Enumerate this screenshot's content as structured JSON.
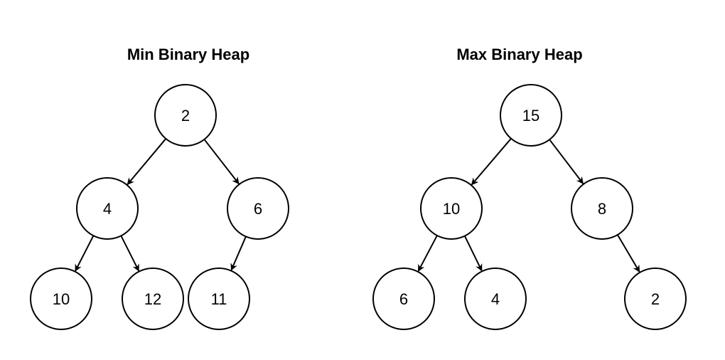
{
  "min_heap": {
    "title": "Min Binary Heap",
    "nodes": [
      {
        "id": "n1",
        "value": "2"
      },
      {
        "id": "n2",
        "value": "4"
      },
      {
        "id": "n3",
        "value": "6"
      },
      {
        "id": "n4",
        "value": "10"
      },
      {
        "id": "n5",
        "value": "12"
      },
      {
        "id": "n6",
        "value": "11"
      }
    ],
    "edges": [
      [
        "n1",
        "n2"
      ],
      [
        "n1",
        "n3"
      ],
      [
        "n2",
        "n4"
      ],
      [
        "n2",
        "n5"
      ],
      [
        "n3",
        "n6"
      ]
    ]
  },
  "max_heap": {
    "title": "Max Binary Heap",
    "nodes": [
      {
        "id": "n1",
        "value": "15"
      },
      {
        "id": "n2",
        "value": "10"
      },
      {
        "id": "n3",
        "value": "8"
      },
      {
        "id": "n4",
        "value": "6"
      },
      {
        "id": "n5",
        "value": "4"
      },
      {
        "id": "n6",
        "value": "2"
      }
    ],
    "edges": [
      [
        "n1",
        "n2"
      ],
      [
        "n1",
        "n3"
      ],
      [
        "n2",
        "n4"
      ],
      [
        "n2",
        "n5"
      ],
      [
        "n3",
        "n6"
      ]
    ]
  }
}
